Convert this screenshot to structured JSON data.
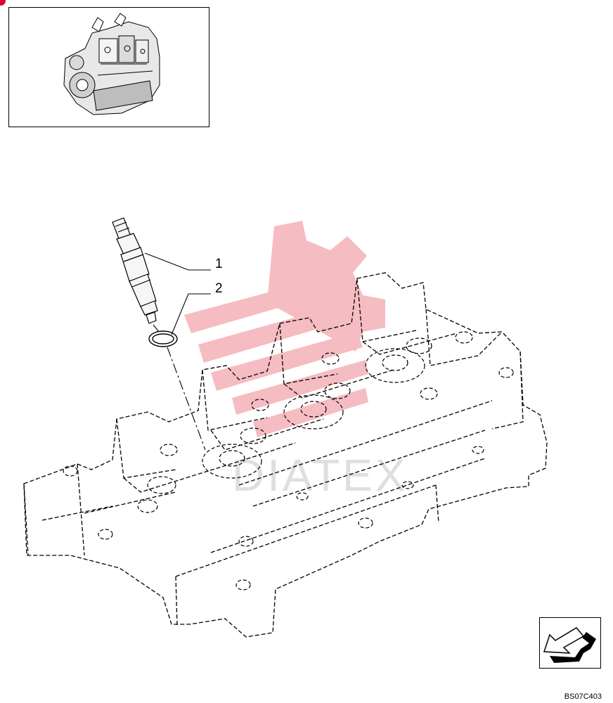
{
  "callouts": [
    {
      "id": "1",
      "label": "1"
    },
    {
      "id": "2",
      "label": "2"
    }
  ],
  "drawing_code": "BS07C403",
  "watermark_text": "DIATEX",
  "thumbnail": {
    "icon": "engine-assembly-icon"
  },
  "navigation": {
    "icon": "arrow-previous-icon"
  },
  "colors": {
    "line": "#000000",
    "watermark": "#f2a6ad",
    "corner_marker": "#e0002a",
    "watermark_text": "#d8d8d8"
  }
}
